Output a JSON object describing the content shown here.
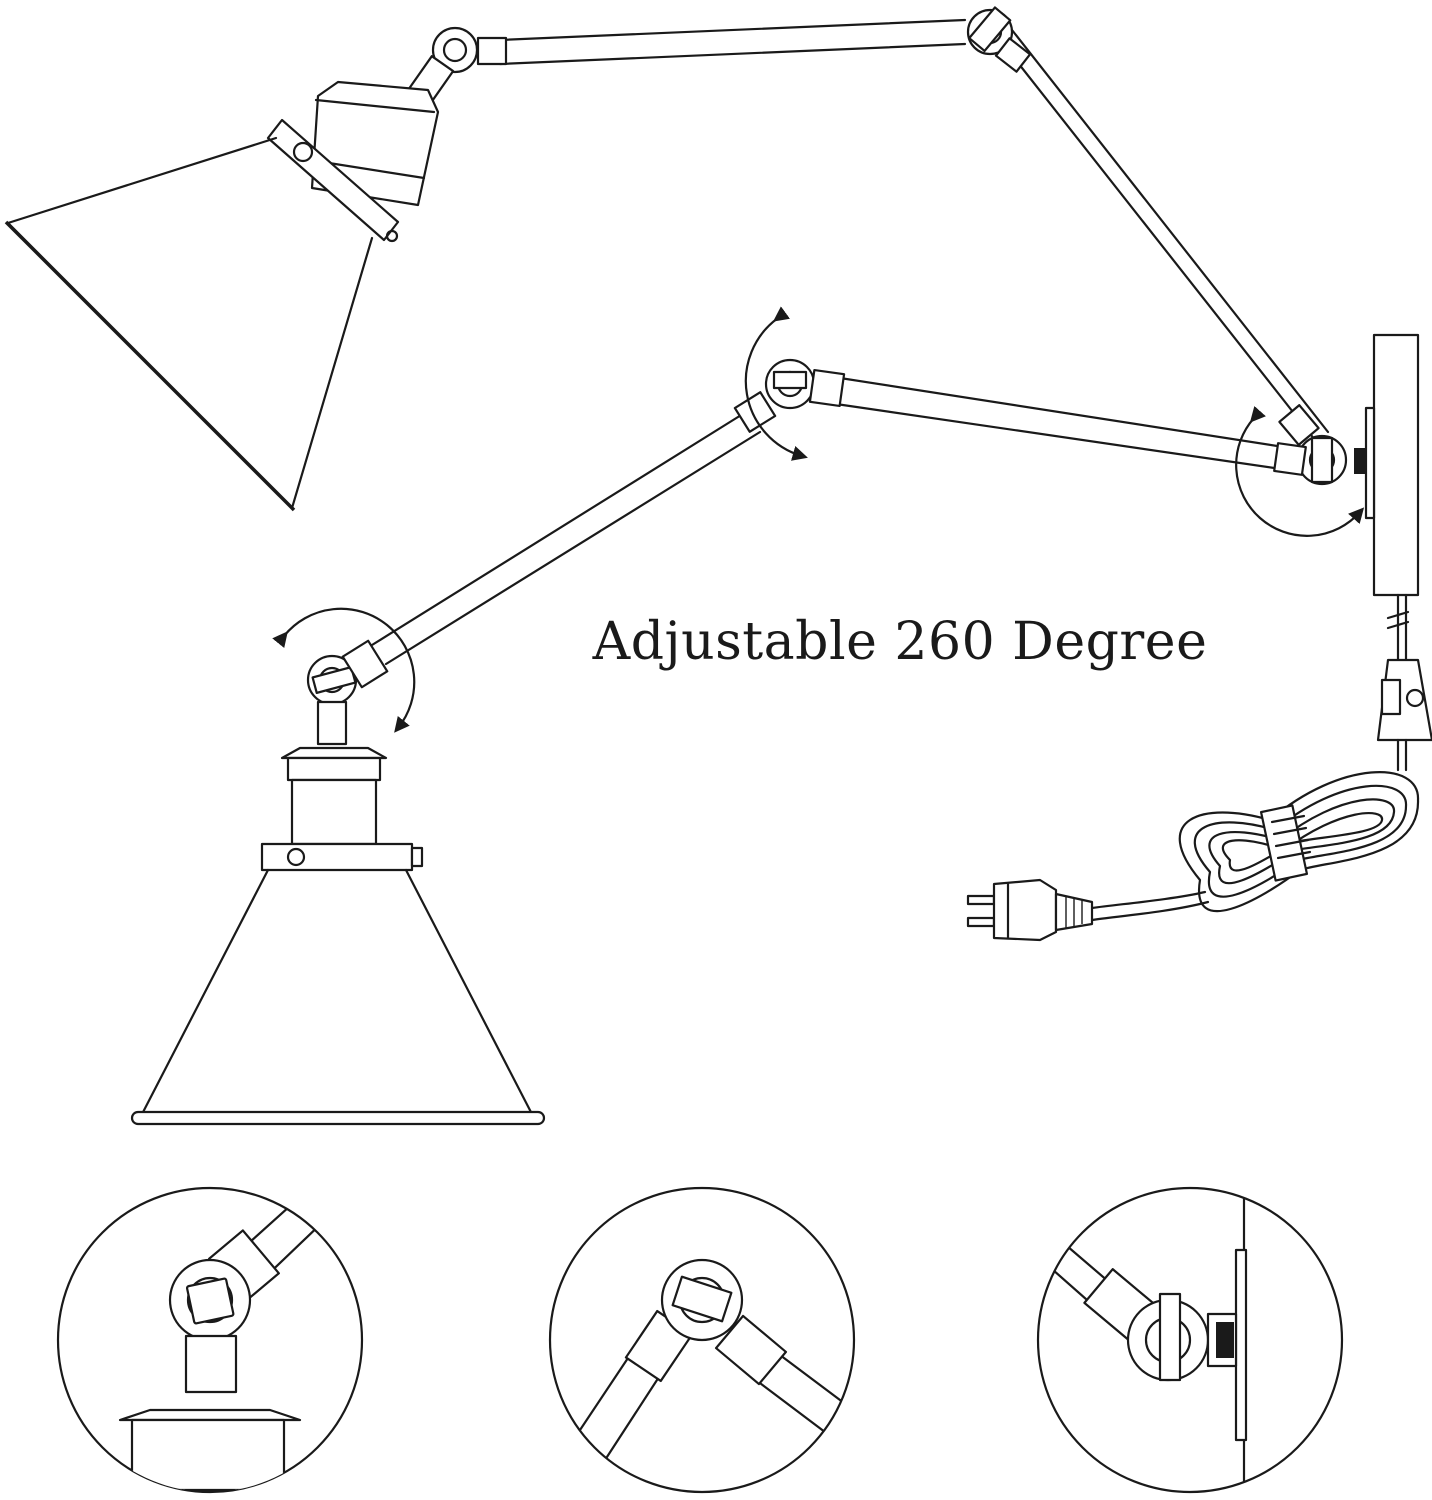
{
  "caption": {
    "text": "Adjustable 260 Degree"
  },
  "colors": {
    "background": "#ffffff",
    "line": "#1a1a1a"
  },
  "icons": [
    "swing-arm-lamp-raised-illustration",
    "swing-arm-lamp-lowered-illustration",
    "wall-mount-plate-icon",
    "inline-switch-icon",
    "power-plug-icon",
    "coiled-cord-icon",
    "rotation-arrow-icon"
  ],
  "detail_views": [
    {
      "name": "detail-shade-joint"
    },
    {
      "name": "detail-elbow-joint"
    },
    {
      "name": "detail-wall-joint"
    }
  ]
}
